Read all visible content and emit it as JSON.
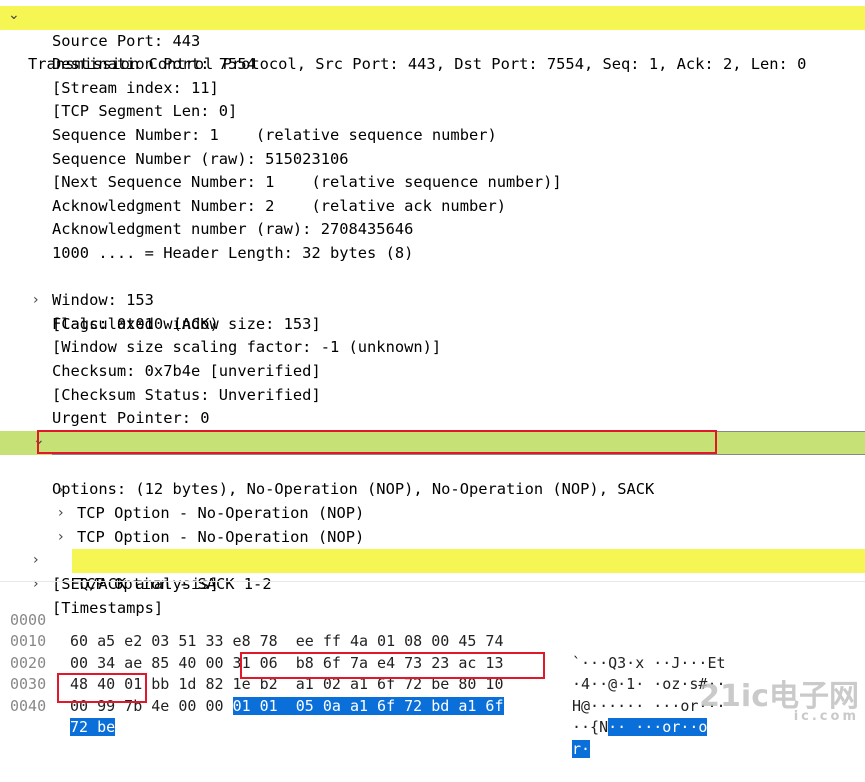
{
  "tree": {
    "header": "Transmission Control Protocol, Src Port: 443, Dst Port: 7554, Seq: 1, Ack: 2, Len: 0",
    "fields": [
      "Source Port: 443",
      "Destination Port: 7554",
      "[Stream index: 11]",
      "[TCP Segment Len: 0]",
      "Sequence Number: 1    (relative sequence number)",
      "Sequence Number (raw): 515023106",
      "[Next Sequence Number: 1    (relative sequence number)]",
      "Acknowledgment Number: 2    (relative ack number)",
      "Acknowledgment number (raw): 2708435646",
      "1000 .... = Header Length: 32 bytes (8)",
      "Flags: 0x010 (ACK)",
      "Window: 153",
      "[Calculated window size: 153]",
      "[Window size scaling factor: -1 (unknown)]",
      "Checksum: 0x7b4e [unverified]",
      "[Checksum Status: Unverified]",
      "Urgent Pointer: 0",
      "Options: (12 bytes), No-Operation (NOP), No-Operation (NOP), SACK",
      "TCP Option - No-Operation (NOP)",
      "TCP Option - No-Operation (NOP)",
      "TCP Option - SACK 1-2",
      "[SEQ/ACK analysis]",
      "[Timestamps]"
    ],
    "arrow_expanded": "⌄",
    "arrow_collapsed": "›"
  },
  "bytes": {
    "rows": [
      {
        "offset": "0000",
        "hex": "60 a5 e2 03 51 33 e8 78  ee ff 4a 01 08 00 45 74",
        "ascii": "`···Q3·x ··J···Et"
      },
      {
        "offset": "0010",
        "hex": "00 34 ae 85 40 00 31 06  b8 6f 7a e4 73 23 ac 13",
        "ascii": "·4··@·1· ·oz·s#··"
      },
      {
        "offset": "0020",
        "hex": "48 40 01 bb 1d 82 1e b2  a1 02 a1 6f 72 be 80 10",
        "ascii": "H@······ ···or···"
      },
      {
        "offset": "0030",
        "hex_plain": "00 99 7b 4e 00 00 ",
        "hex_sel": "01 01  05 0a a1 6f 72 bd a1 6f",
        "ascii_plain": "··{N",
        "ascii_sel": "·· ···or··o"
      },
      {
        "offset": "0040",
        "hex_sel": "72 be",
        "ascii_sel": "r·"
      }
    ]
  },
  "watermark": {
    "main": "21ic电子网",
    "sub": "ic.com"
  },
  "colors": {
    "highlight": "#f5f554",
    "options_highlight": "#c6e276",
    "selection": "#0a6fd8",
    "annotation": "#e0182a"
  }
}
